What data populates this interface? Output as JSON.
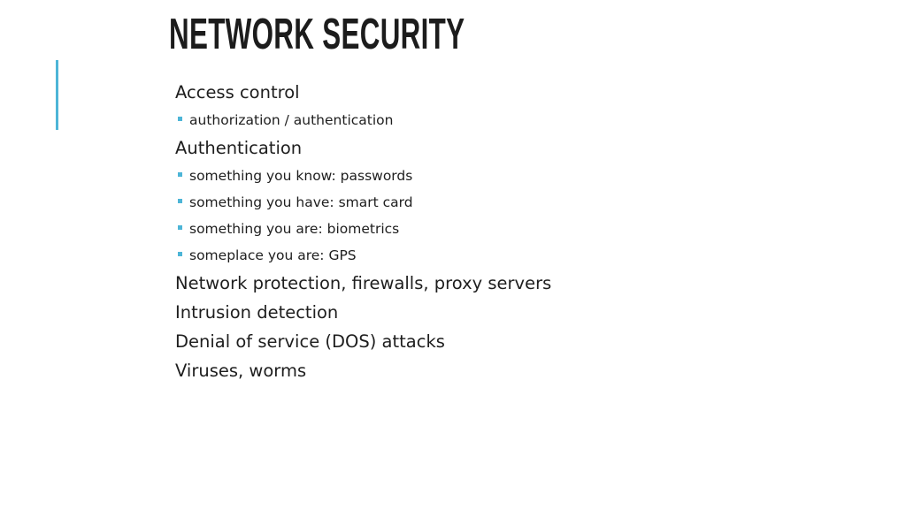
{
  "title": {
    "text": "NETWORK SECURITY"
  },
  "colors": {
    "accent": "#4db5d7",
    "text": "#1e1e1e",
    "title": "#1c1c1c",
    "background": "#ffffff"
  },
  "list": {
    "items": [
      {
        "text": "Access control",
        "level": 1
      },
      {
        "text": "authorization / authentication",
        "level": 2
      },
      {
        "text": "Authentication",
        "level": 1
      },
      {
        "text": "something you know: passwords",
        "level": 2
      },
      {
        "text": "something you have: smart card",
        "level": 2
      },
      {
        "text": "something you are: biometrics",
        "level": 2
      },
      {
        "text": "someplace you are: GPS",
        "level": 2
      },
      {
        "text": "Network protection, firewalls, proxy servers",
        "level": 1
      },
      {
        "text": "Intrusion detection",
        "level": 1
      },
      {
        "text": "Denial of service (DOS) attacks",
        "level": 1
      },
      {
        "text": "Viruses, worms",
        "level": 1
      }
    ]
  }
}
